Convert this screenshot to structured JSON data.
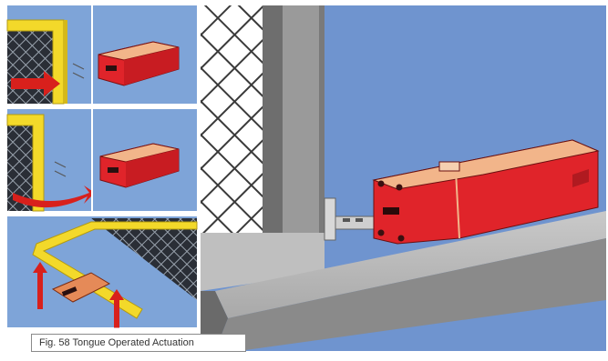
{
  "caption": "Fig. 58 Tongue Operated Actuation",
  "panels": [
    {
      "name": "step-1-guard-closed-inset",
      "depicts": "yellow guard door with mesh, red arrow, switch head"
    },
    {
      "name": "step-2-switch-closeup-inset",
      "depicts": "red safety interlock switch"
    },
    {
      "name": "step-3-guard-opening-inset",
      "depicts": "yellow guard door swinging with curved arrow"
    },
    {
      "name": "step-4-switch-closeup-inset",
      "depicts": "red safety interlock switch"
    },
    {
      "name": "step-5-tongue-actuation-inset",
      "depicts": "yellow guard frame, tongue actuator, up arrows"
    },
    {
      "name": "main-view",
      "depicts": "guard fence with switch mounted on rail and tongue actuator"
    }
  ],
  "colors": {
    "panel_blue": "#7ea4d8",
    "switch_red": "#e0242a",
    "switch_top": "#f2b58a",
    "guard_yellow": "#f3d92a",
    "arrow_red": "#d8201c",
    "frame_gray": "#8e8e8e"
  }
}
